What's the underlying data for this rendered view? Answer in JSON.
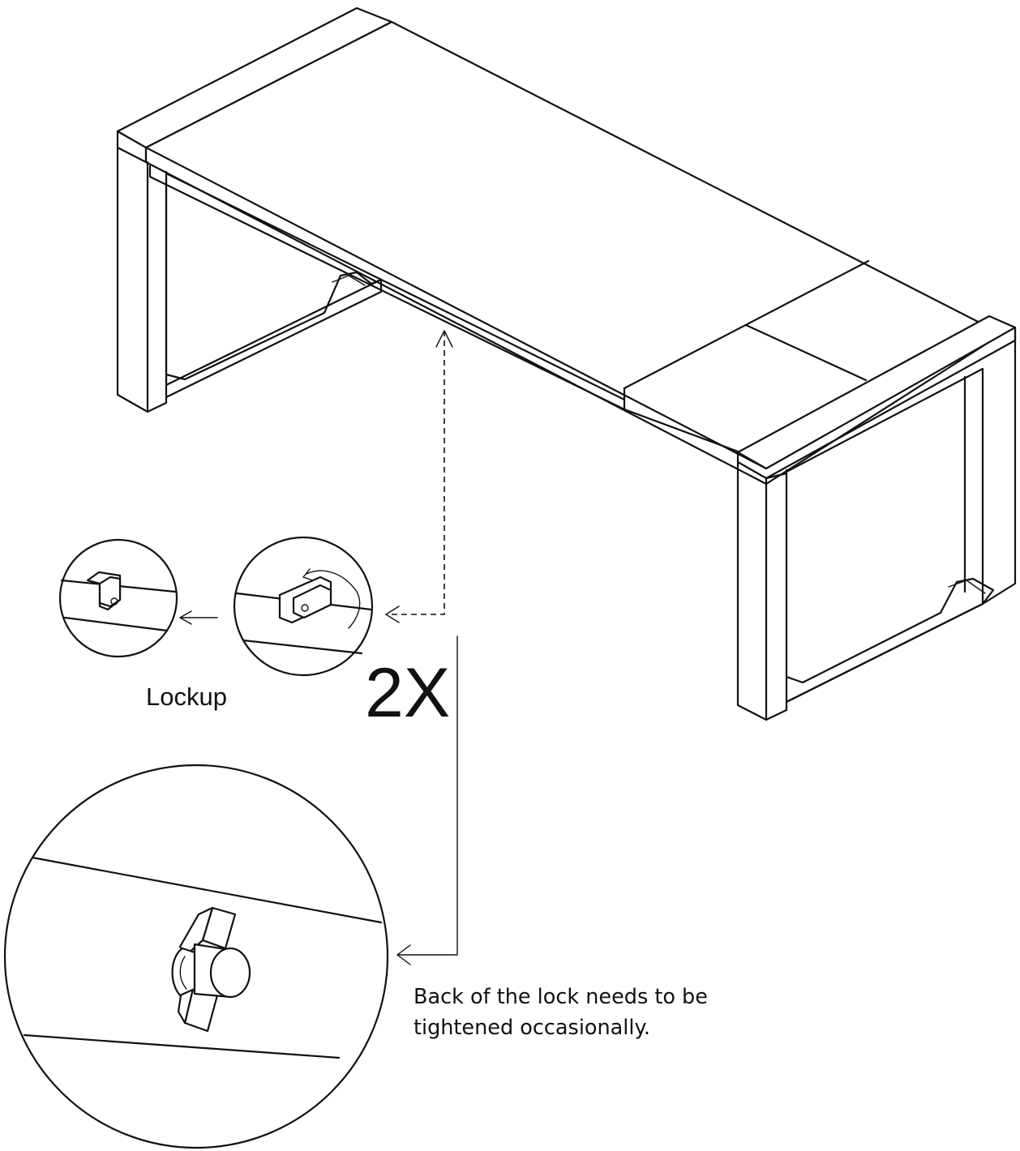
{
  "labels": {
    "lockup": "Lockup",
    "count": "2X",
    "note_line1": "Back of the lock needs to be",
    "note_line2": "tightened occasionally."
  },
  "colors": {
    "line": "#111111",
    "background": "#ffffff"
  }
}
